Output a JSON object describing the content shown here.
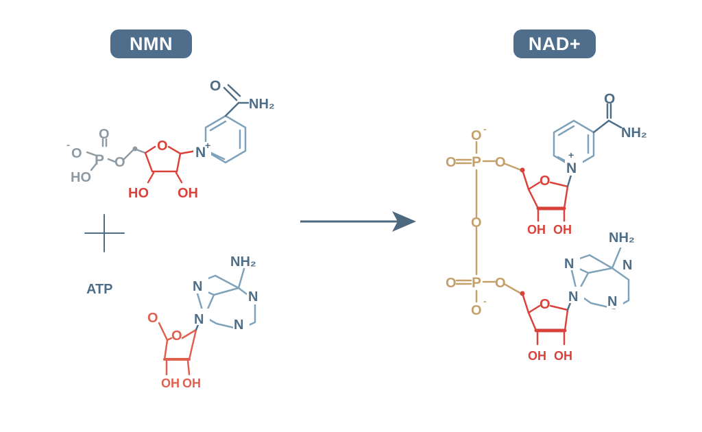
{
  "labels": {
    "left_title": "NMN",
    "right_title": "NAD+",
    "atp": "ATP"
  },
  "atoms": {
    "o": "O",
    "o_minus": "O",
    "minus": "-",
    "p": "P",
    "ho": "HO",
    "oh": "OH",
    "n": "N",
    "plus": "+",
    "nh2": "NH₂"
  },
  "colors": {
    "pill_bg": "#4f6e8c",
    "slate": "#4e6d86",
    "slate_light": "#7fa2bb",
    "gray": "#8e9aa3",
    "red": "#d9423a",
    "red_light": "#e0604f",
    "gold": "#c4a06c",
    "arrow": "#4e6880"
  }
}
